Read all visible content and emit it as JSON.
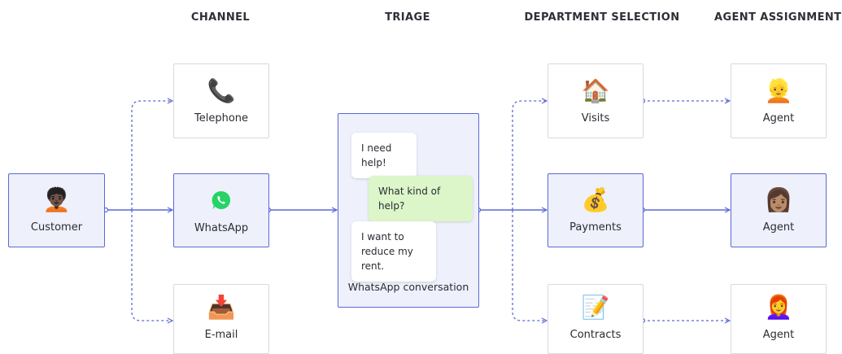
{
  "columns": {
    "channel": "CHANNEL",
    "triage": "TRIAGE",
    "department": "DEPARTMENT SELECTION",
    "agent": "AGENT ASSIGNMENT"
  },
  "customer": {
    "label": "Customer",
    "icon": "customer-avatar-icon"
  },
  "channels": {
    "telephone": {
      "label": "Telephone",
      "icon": "telephone-icon"
    },
    "whatsapp": {
      "label": "WhatsApp",
      "icon": "whatsapp-icon"
    },
    "email": {
      "label": "E-mail",
      "icon": "email-icon"
    }
  },
  "triage": {
    "title": "WhatsApp conversation",
    "messages": [
      {
        "text": "I need help!",
        "from": "customer"
      },
      {
        "text": "What kind of help?",
        "from": "company"
      },
      {
        "text": "I want to reduce my rent.",
        "from": "customer"
      }
    ]
  },
  "departments": {
    "visits": {
      "label": "Visits",
      "icon": "house-icon"
    },
    "payments": {
      "label": "Payments",
      "icon": "money-bag-icon"
    },
    "contracts": {
      "label": "Contracts",
      "icon": "contract-document-icon"
    }
  },
  "agents": {
    "top": {
      "label": "Agent",
      "icon": "agent-avatar-icon"
    },
    "middle": {
      "label": "Agent",
      "icon": "agent-avatar-icon"
    },
    "bottom": {
      "label": "Agent",
      "icon": "agent-avatar-icon"
    }
  },
  "colors": {
    "accent": "#5b68d6",
    "active_fill": "#eef0fb",
    "company_bubble": "#dcf6c9",
    "whatsapp_green": "#25d366"
  }
}
